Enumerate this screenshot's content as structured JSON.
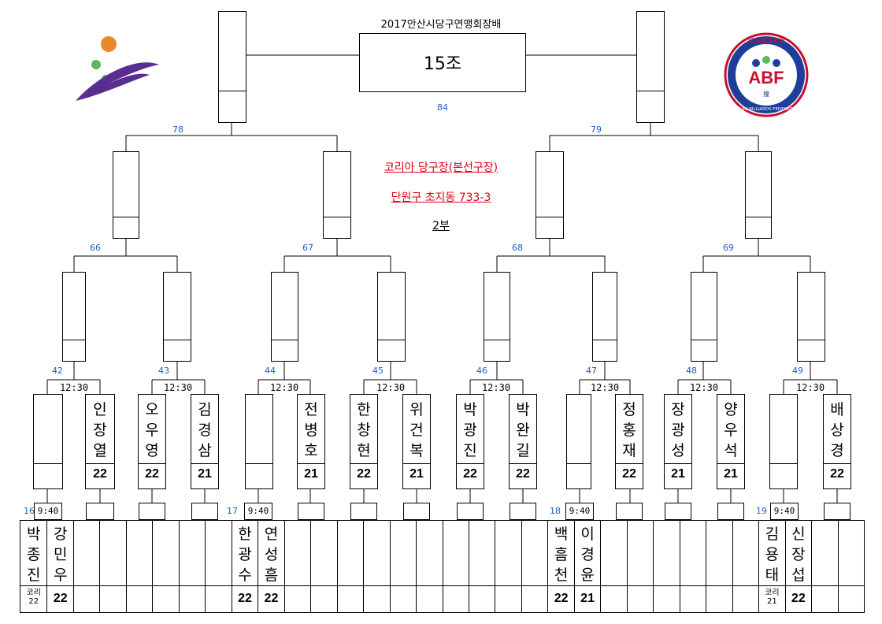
{
  "header": {
    "title": "2017안산시당구연맹회장배",
    "group": "15조",
    "venue_line1": "코리아 당구장(본선구장)",
    "venue_line2": "단원구 초지동 733-3",
    "part": "2부"
  },
  "logos": {
    "right_top_text": "安山撞球聯盟",
    "right_center_text": "ABF",
    "right_bottom_text": "ANSAN·BILLIARDS·FEDERATION",
    "right_small": "撞"
  },
  "match_numbers": {
    "final": "84",
    "semi": [
      "78",
      "79"
    ],
    "quarter": [
      "66",
      "67",
      "68",
      "69"
    ],
    "r16": [
      "42",
      "43",
      "44",
      "45",
      "46",
      "47",
      "48",
      "49"
    ],
    "r32": [
      "16",
      "17",
      "18",
      "19"
    ]
  },
  "r16_time": "12:30",
  "r32_time": "9:40",
  "r16_players": [
    {
      "name": "",
      "score": ""
    },
    {
      "name": "인\n장\n열",
      "score": "22"
    },
    {
      "name": "오\n우\n영",
      "score": "22"
    },
    {
      "name": "김\n경\n삼",
      "score": "21"
    },
    {
      "name": "",
      "score": ""
    },
    {
      "name": "전\n병\n호",
      "score": "21"
    },
    {
      "name": "한\n창\n현",
      "score": "22"
    },
    {
      "name": "위\n건\n복",
      "score": "21"
    },
    {
      "name": "박\n광\n진",
      "score": "22"
    },
    {
      "name": "박\n완\n길",
      "score": "22"
    },
    {
      "name": "",
      "score": ""
    },
    {
      "name": "정\n홍\n재",
      "score": "22"
    },
    {
      "name": "장\n광\n성",
      "score": "21"
    },
    {
      "name": "양\n우\n석",
      "score": "21"
    },
    {
      "name": "",
      "score": ""
    },
    {
      "name": "배\n상\n경",
      "score": "22"
    }
  ],
  "r32_players": [
    {
      "name": "박\n종\n진",
      "score": "",
      "sub": "코리\n22"
    },
    {
      "name": "강\n민\n우",
      "score": "22",
      "sub": ""
    },
    {
      "name": "",
      "score": "",
      "sub": ""
    },
    {
      "name": "",
      "score": "",
      "sub": ""
    },
    {
      "name": "",
      "score": "",
      "sub": ""
    },
    {
      "name": "",
      "score": "",
      "sub": ""
    },
    {
      "name": "",
      "score": "",
      "sub": ""
    },
    {
      "name": "",
      "score": "",
      "sub": ""
    },
    {
      "name": "한\n광\n수",
      "score": "22",
      "sub": ""
    },
    {
      "name": "연\n성\n흠",
      "score": "22",
      "sub": ""
    },
    {
      "name": "",
      "score": "",
      "sub": ""
    },
    {
      "name": "",
      "score": "",
      "sub": ""
    },
    {
      "name": "",
      "score": "",
      "sub": ""
    },
    {
      "name": "",
      "score": "",
      "sub": ""
    },
    {
      "name": "",
      "score": "",
      "sub": ""
    },
    {
      "name": "",
      "score": "",
      "sub": ""
    },
    {
      "name": "",
      "score": "",
      "sub": ""
    },
    {
      "name": "",
      "score": "",
      "sub": ""
    },
    {
      "name": "",
      "score": "",
      "sub": ""
    },
    {
      "name": "",
      "score": "",
      "sub": ""
    },
    {
      "name": "백\n흠\n천",
      "score": "22",
      "sub": ""
    },
    {
      "name": "이\n경\n윤",
      "score": "21",
      "sub": ""
    },
    {
      "name": "",
      "score": "",
      "sub": ""
    },
    {
      "name": "",
      "score": "",
      "sub": ""
    },
    {
      "name": "",
      "score": "",
      "sub": ""
    },
    {
      "name": "",
      "score": "",
      "sub": ""
    },
    {
      "name": "",
      "score": "",
      "sub": ""
    },
    {
      "name": "",
      "score": "",
      "sub": ""
    },
    {
      "name": "김\n용\n태",
      "score": "",
      "sub": "코리\n21"
    },
    {
      "name": "신\n장\n섭",
      "score": "22",
      "sub": ""
    },
    {
      "name": "",
      "score": "",
      "sub": ""
    },
    {
      "name": "",
      "score": "",
      "sub": ""
    }
  ],
  "colors": {
    "number_blue": "#1d5fc4",
    "venue_red": "#e0001a",
    "logo_purple": "#5a2d91",
    "logo_orange": "#e8892b",
    "logo_green": "#5cb85c"
  }
}
